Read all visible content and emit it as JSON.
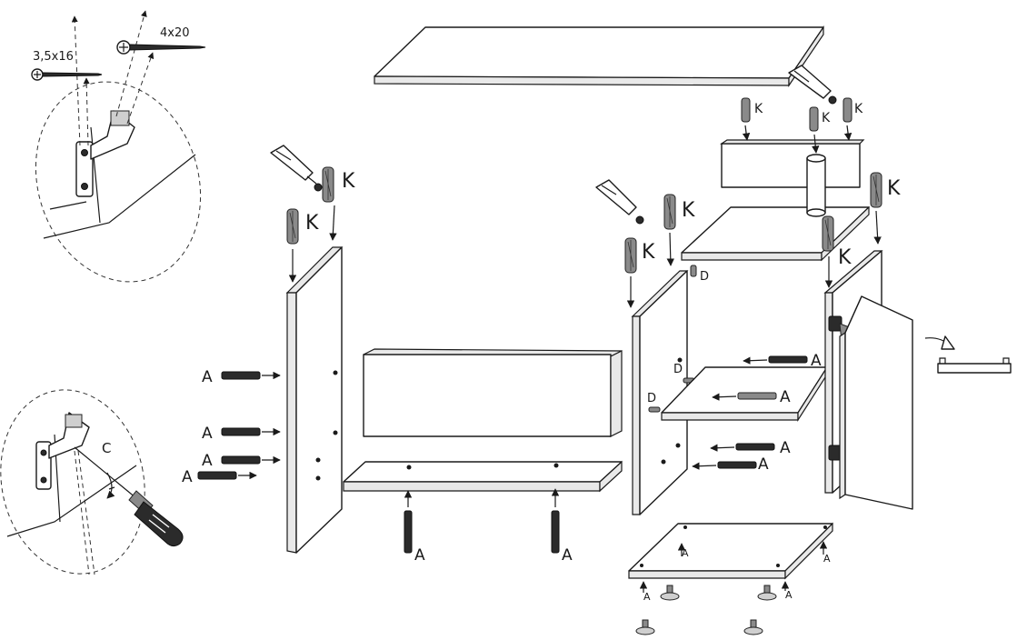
{
  "labels": {
    "screw_small": "3,5x16",
    "screw_large": "4x20",
    "dowel": "K",
    "bolt": "A",
    "pin": "D",
    "hinge": "C"
  },
  "colors": {
    "ink": "#1a1a1a",
    "background": "#ffffff"
  }
}
